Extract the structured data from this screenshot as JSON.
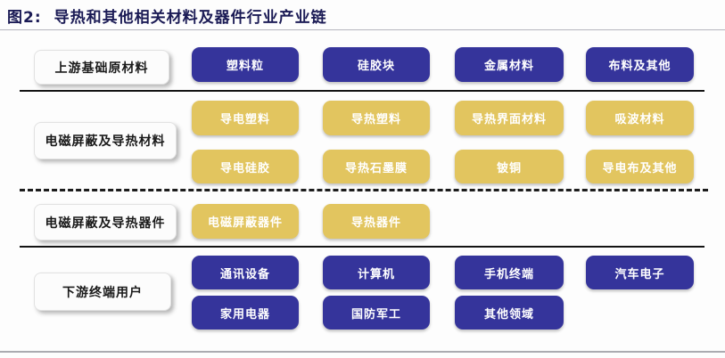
{
  "title": {
    "prefix": "图2:",
    "text": "导热和其他相关材料及器件行业产业链"
  },
  "colors": {
    "blue_node": "#35349B",
    "yellow_node": "#E2C55F",
    "title_text": "#1B1B55",
    "divider_black": "#141414",
    "divider_gray": "#ABABB0"
  },
  "rows": [
    {
      "label": "上游基础原材料",
      "boxes": [
        "塑料粒",
        "硅胶块",
        "金属材料",
        "布料及其他"
      ]
    },
    {
      "label": "电磁屏蔽及导热材料",
      "top": [
        "导电塑料",
        "导热塑料",
        "导热界面材料",
        "吸波材料"
      ],
      "bottom": [
        "导电硅胶",
        "导热石墨膜",
        "铍铜",
        "导电布及其他"
      ]
    },
    {
      "label": "电磁屏蔽及导热器件",
      "boxes": [
        "电磁屏蔽器件",
        "导热器件"
      ]
    },
    {
      "label": "下游终端用户",
      "top": [
        "通讯设备",
        "计算机",
        "手机终端",
        "汽车电子"
      ],
      "bottom": [
        "家用电器",
        "国防军工",
        "其他领域"
      ]
    }
  ]
}
